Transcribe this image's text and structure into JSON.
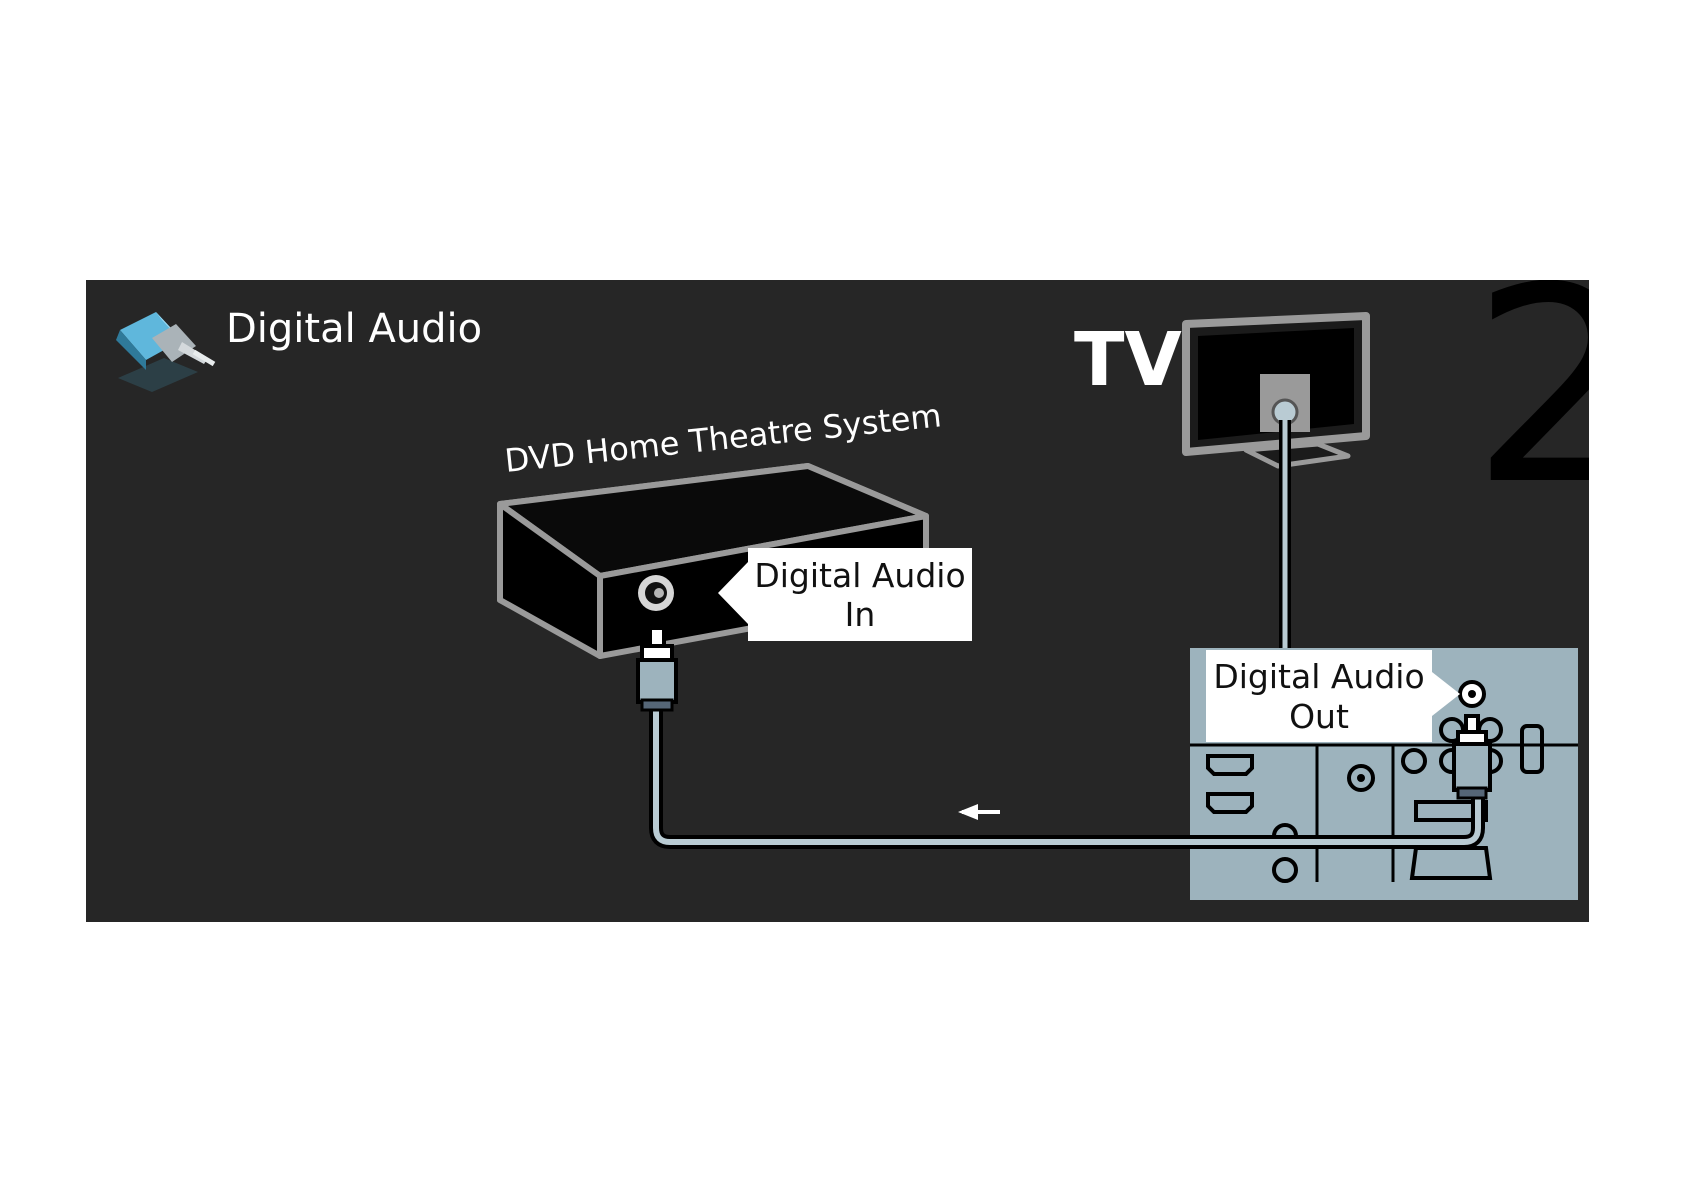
{
  "header": {
    "title": "Digital Audio"
  },
  "step": {
    "number": "2"
  },
  "devices": {
    "dvd": {
      "label": "DVD Home Theatre System"
    },
    "tv": {
      "label": "TV"
    }
  },
  "callouts": {
    "in": {
      "line1": "Digital Audio",
      "line2": "In"
    },
    "out": {
      "line1": "Digital Audio",
      "line2": "Out"
    }
  },
  "icons": {
    "header": "rca-plug-icon",
    "flow": "arrow-left-icon"
  },
  "colors": {
    "panel": "#262626",
    "connector_panel": "#9db3bd",
    "cable": "#b9cbd3",
    "callout": "#ffffff",
    "device": "#000000",
    "outline": "#9a9a9a"
  }
}
